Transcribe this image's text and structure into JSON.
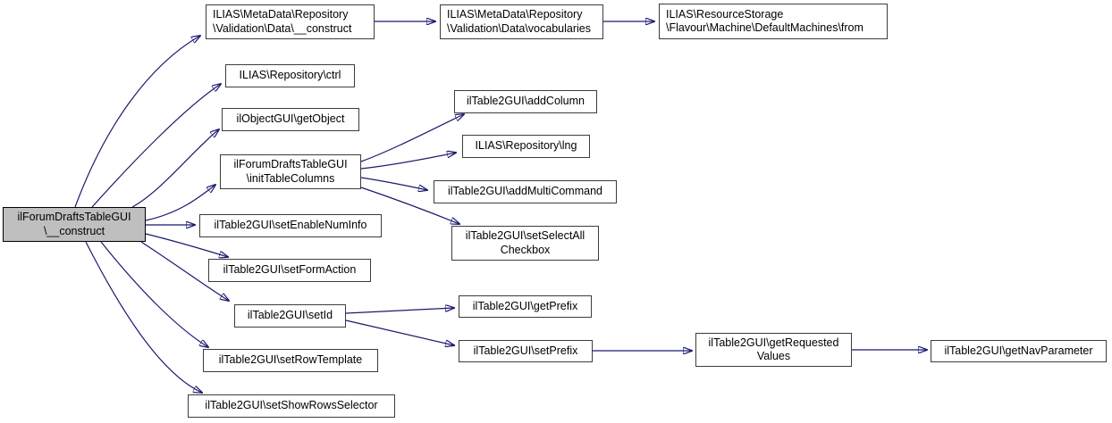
{
  "diagram": {
    "type": "call-graph",
    "root_function": "ilForumDraftsTableGUI\\__construct",
    "colors": {
      "edge": "#191970",
      "node_border": "#3c3c3c",
      "node_fill": "#ffffff",
      "root_fill": "#bfbfbf",
      "background": "#ffffff"
    },
    "nodes": {
      "construct": {
        "label": "ilForumDraftsTableGUI\n\\__construct"
      },
      "md_data_construct": {
        "label": "ILIAS\\MetaData\\Repository\n\\Validation\\Data\\__construct"
      },
      "md_data_vocabularies": {
        "label": "ILIAS\\MetaData\\Repository\n\\Validation\\Data\\vocabularies"
      },
      "default_machines_from": {
        "label": "ILIAS\\ResourceStorage\n\\Flavour\\Machine\\DefaultMachines\\from"
      },
      "repository_ctrl": {
        "label": "ILIAS\\Repository\\ctrl"
      },
      "il_object_gui_get_object": {
        "label": "ilObjectGUI\\getObject"
      },
      "init_table_columns": {
        "label": "ilForumDraftsTableGUI\n\\initTableColumns"
      },
      "add_column": {
        "label": "ilTable2GUI\\addColumn"
      },
      "repository_lng": {
        "label": "ILIAS\\Repository\\lng"
      },
      "add_multi_command": {
        "label": "ilTable2GUI\\addMultiCommand"
      },
      "set_select_all_checkbox": {
        "label": "ilTable2GUI\\setSelectAll\nCheckbox"
      },
      "set_enable_num_info": {
        "label": "ilTable2GUI\\setEnableNumInfo"
      },
      "set_form_action": {
        "label": "ilTable2GUI\\setFormAction"
      },
      "set_id": {
        "label": "ilTable2GUI\\setId"
      },
      "get_prefix": {
        "label": "ilTable2GUI\\getPrefix"
      },
      "set_prefix": {
        "label": "ilTable2GUI\\setPrefix"
      },
      "get_requested_values": {
        "label": "ilTable2GUI\\getRequested\nValues"
      },
      "get_nav_parameter": {
        "label": "ilTable2GUI\\getNavParameter"
      },
      "set_row_template": {
        "label": "ilTable2GUI\\setRowTemplate"
      },
      "set_show_rows_selector": {
        "label": "ilTable2GUI\\setShowRowsSelector"
      }
    },
    "calls": [
      [
        "construct",
        "md_data_construct"
      ],
      [
        "md_data_construct",
        "md_data_vocabularies"
      ],
      [
        "md_data_vocabularies",
        "default_machines_from"
      ],
      [
        "construct",
        "repository_ctrl"
      ],
      [
        "construct",
        "il_object_gui_get_object"
      ],
      [
        "construct",
        "init_table_columns"
      ],
      [
        "init_table_columns",
        "add_column"
      ],
      [
        "init_table_columns",
        "repository_lng"
      ],
      [
        "init_table_columns",
        "add_multi_command"
      ],
      [
        "init_table_columns",
        "set_select_all_checkbox"
      ],
      [
        "construct",
        "set_enable_num_info"
      ],
      [
        "construct",
        "set_form_action"
      ],
      [
        "construct",
        "set_id"
      ],
      [
        "set_id",
        "get_prefix"
      ],
      [
        "set_id",
        "set_prefix"
      ],
      [
        "set_prefix",
        "get_requested_values"
      ],
      [
        "get_requested_values",
        "get_nav_parameter"
      ],
      [
        "construct",
        "set_row_template"
      ],
      [
        "construct",
        "set_show_rows_selector"
      ]
    ]
  }
}
